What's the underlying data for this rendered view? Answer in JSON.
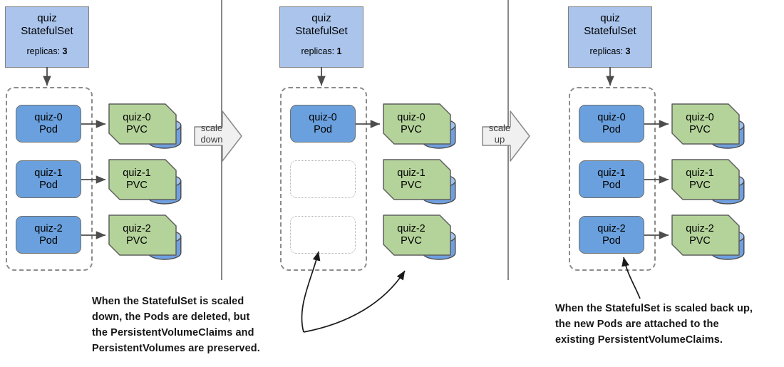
{
  "diagram": {
    "title": "StatefulSet scale down and scale up with PersistentVolumeClaims",
    "colors": {
      "statefulset_fill": "#aac4ec",
      "pod_fill": "#6aa0dd",
      "pvc_fill": "#b4d39a",
      "cylinder_fill": "#6f9fe0",
      "cylinder_top_fill": "#9dc2f0",
      "arrow_fill": "#f0f0f0",
      "border": "#707070",
      "dashed_border": "#8c8c8c",
      "dotted_border": "#b0b0b0",
      "divider": "#888888",
      "text": "#000000",
      "caption_text": "#161616"
    }
  },
  "panels": [
    {
      "id": "before-scale-down",
      "statefulset": {
        "name": "quiz",
        "kind": "StatefulSet",
        "replicas_label": "replicas:",
        "replicas_value": "3"
      },
      "pods": [
        {
          "name": "quiz-0",
          "kind": "Pod",
          "state": "present"
        },
        {
          "name": "quiz-1",
          "kind": "Pod",
          "state": "present"
        },
        {
          "name": "quiz-2",
          "kind": "Pod",
          "state": "present"
        }
      ],
      "pvcs": [
        {
          "name": "quiz-0",
          "kind": "PVC"
        },
        {
          "name": "quiz-1",
          "kind": "PVC"
        },
        {
          "name": "quiz-2",
          "kind": "PVC"
        }
      ]
    },
    {
      "id": "after-scale-down",
      "statefulset": {
        "name": "quiz",
        "kind": "StatefulSet",
        "replicas_label": "replicas:",
        "replicas_value": "1"
      },
      "pods": [
        {
          "name": "quiz-0",
          "kind": "Pod",
          "state": "present"
        },
        {
          "name": "",
          "kind": "",
          "state": "deleted"
        },
        {
          "name": "",
          "kind": "",
          "state": "deleted"
        }
      ],
      "pvcs": [
        {
          "name": "quiz-0",
          "kind": "PVC"
        },
        {
          "name": "quiz-1",
          "kind": "PVC"
        },
        {
          "name": "quiz-2",
          "kind": "PVC"
        }
      ]
    },
    {
      "id": "after-scale-up",
      "statefulset": {
        "name": "quiz",
        "kind": "StatefulSet",
        "replicas_label": "replicas:",
        "replicas_value": "3"
      },
      "pods": [
        {
          "name": "quiz-0",
          "kind": "Pod",
          "state": "present"
        },
        {
          "name": "quiz-1",
          "kind": "Pod",
          "state": "present"
        },
        {
          "name": "quiz-2",
          "kind": "Pod",
          "state": "present"
        }
      ],
      "pvcs": [
        {
          "name": "quiz-0",
          "kind": "PVC"
        },
        {
          "name": "quiz-1",
          "kind": "PVC"
        },
        {
          "name": "quiz-2",
          "kind": "PVC"
        }
      ]
    }
  ],
  "transitions": [
    {
      "id": "scale-down",
      "line1": "scale",
      "line2": "down"
    },
    {
      "id": "scale-up",
      "line1": "scale",
      "line2": "up"
    }
  ],
  "captions": [
    {
      "id": "scale-down-caption",
      "lines": [
        "When the StatefulSet is scaled",
        "down, the Pods are deleted, but",
        "the PersistentVolumeClaims and",
        "PersistentVolumes are preserved."
      ]
    },
    {
      "id": "scale-up-caption",
      "lines": [
        "When the StatefulSet is scaled back up,",
        "the new Pods are attached to the",
        "existing PersistentVolumeClaims."
      ]
    }
  ]
}
